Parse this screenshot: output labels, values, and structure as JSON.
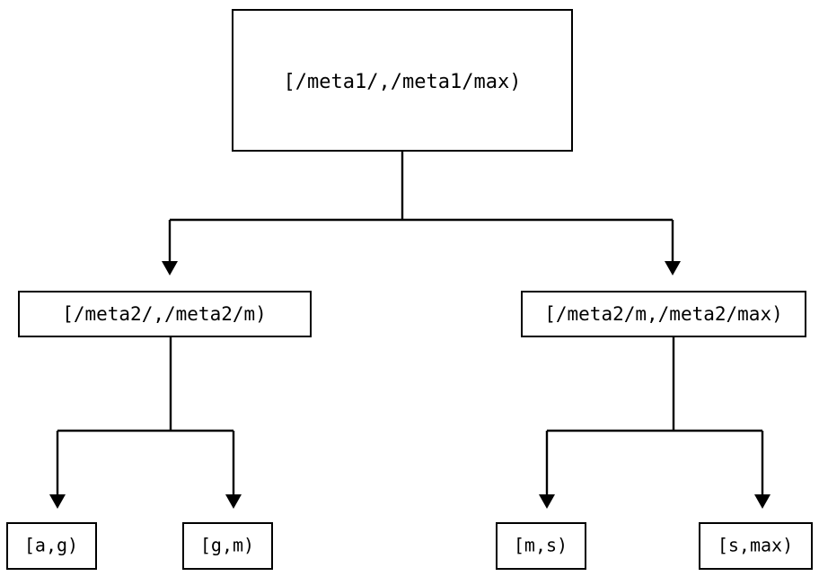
{
  "diagram": {
    "type": "tree",
    "title": "",
    "background_color": "#ffffff",
    "line_color": "#000000",
    "text_color": "#000000",
    "nodes": {
      "root": {
        "label": "[/meta1/,/meta1/max)"
      },
      "mid_left": {
        "label": "[/meta2/,/meta2/m)"
      },
      "mid_right": {
        "label": "[/meta2/m,/meta2/max)"
      },
      "leaf_1": {
        "label": "[a,g)"
      },
      "leaf_2": {
        "label": "[g,m)"
      },
      "leaf_3": {
        "label": "[m,s)"
      },
      "leaf_4": {
        "label": "[s,max)"
      }
    }
  }
}
